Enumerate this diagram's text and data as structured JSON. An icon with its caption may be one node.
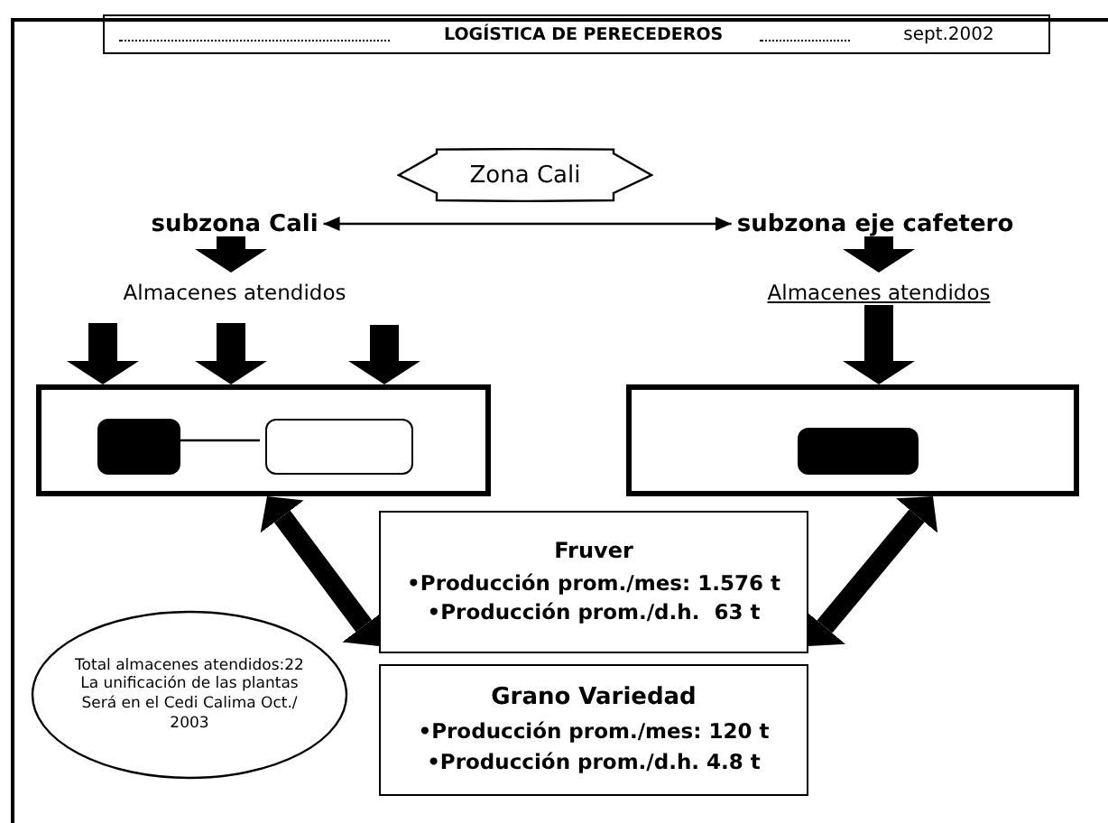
{
  "diagram": {
    "nodes": [
      {
        "text": [
          "LOGÍSTICA DE PERECEDEROS",
          "sept.2002"
        ]
      },
      {
        "text": [
          "Zona Cali"
        ]
      },
      {
        "text": [
          "subzona Cali"
        ]
      },
      {
        "text": [
          "Almacenes atendidos"
        ]
      },
      {
        "text": [
          "subzona eje cafetero"
        ]
      },
      {
        "text": [
          "Almacenes atendidos"
        ]
      },
      {
        "text": [],
        "shape": "box"
      },
      {
        "text": [],
        "shape": "box",
        "in": 6
      },
      {
        "text": [],
        "shape": "box",
        "in": 6
      },
      {
        "text": [],
        "shape": "box"
      },
      {
        "text": [],
        "shape": "box",
        "in": 9
      },
      {
        "text": [
          "Fruver",
          "•Producción prom./mes: 1.576 t",
          "•Producción prom./d.h.  63 t"
        ]
      },
      {
        "text": [
          "Grano Variedad",
          "•Producción prom./mes: 120 t",
          "•Producción prom./d.h. 4.8 t"
        ]
      },
      {
        "text": [
          "Total almacenes atendidos:22 La unificación de las plantas Será en el Cedi Calima Oct./ 2003"
        ]
      }
    ],
    "edges": [
      {
        "from": 2,
        "to": 4,
        "arrow": "both"
      },
      {
        "from": 2,
        "to": 3,
        "arrow": "to"
      },
      {
        "from": 4,
        "to": 5,
        "arrow": "to"
      },
      {
        "from": 3,
        "to": 6,
        "arrow": "to"
      },
      {
        "from": 3,
        "to": 6,
        "arrow": "to"
      },
      {
        "from": null,
        "to": 6,
        "arrow": "to"
      },
      {
        "from": 5,
        "to": 9,
        "arrow": "to"
      },
      {
        "from": 7,
        "to": 8,
        "arrow": "none"
      },
      {
        "from": 6,
        "to": 11,
        "arrow": "both"
      },
      {
        "from": 9,
        "to": 11,
        "arrow": "both"
      }
    ]
  }
}
